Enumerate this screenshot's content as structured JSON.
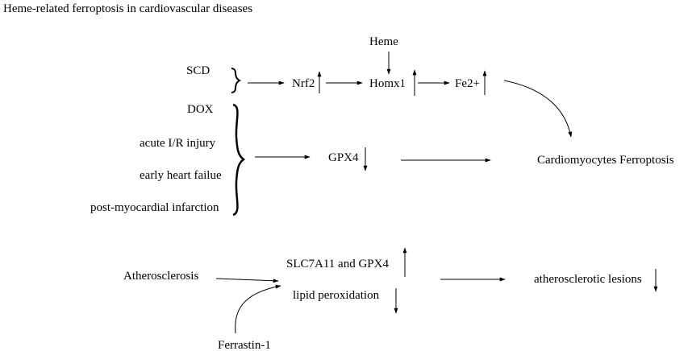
{
  "title": "Heme-related ferroptosis in cardiovascular diseases",
  "nodes": {
    "heme": "Heme",
    "scd": "SCD",
    "nrf2": "Nrf2",
    "homx1": "Homx1",
    "fe2": "Fe2+",
    "dox": "DOX",
    "acute_ir": "acute I/R injury",
    "early_hf": "early heart failue",
    "post_mi": "post-myocardial infarction",
    "gpx4": "GPX4",
    "cardio_ferroptosis": "Cardiomyocytes Ferroptosis",
    "atherosclerosis": "Atherosclerosis",
    "slc7a11_gpx4": "SLC7A11 and GPX4",
    "lipid_peroxidation": "lipid peroxidation",
    "atherosclerotic_lesions": "atherosclerotic lesions",
    "ferrastin": "Ferrastin-1"
  },
  "colors": {
    "text": "#000000",
    "line": "#000000",
    "background": "#ffffff"
  }
}
